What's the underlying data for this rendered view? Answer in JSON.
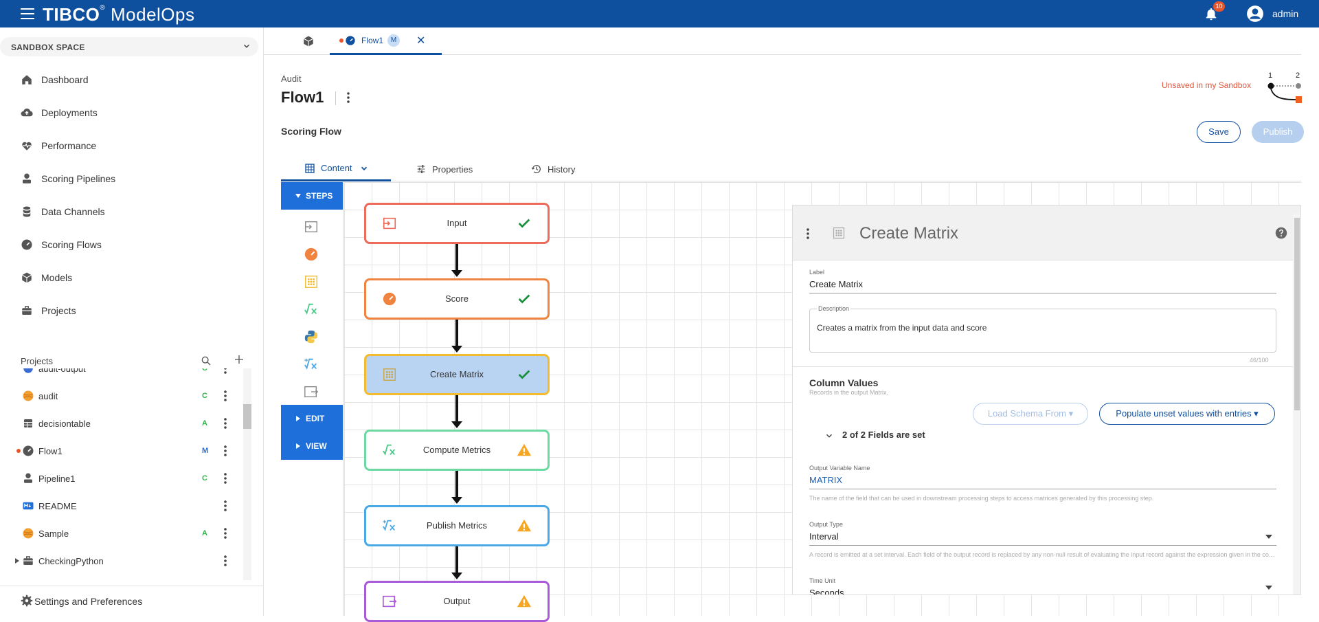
{
  "app": {
    "brand_bold": "TIBCO",
    "brand_rest": " ModelOps",
    "brand_reg": "®",
    "notifications": "10",
    "user": "admin"
  },
  "sidebar": {
    "space": "SANDBOX SPACE",
    "nav": [
      "Dashboard",
      "Deployments",
      "Performance",
      "Scoring Pipelines",
      "Data Channels",
      "Scoring Flows",
      "Models",
      "Projects"
    ],
    "projects_title": "Projects",
    "projects": [
      {
        "name": "audit-output",
        "status": "C",
        "status_color": "#2fb34a"
      },
      {
        "name": "audit",
        "status": "C",
        "status_color": "#2fb34a"
      },
      {
        "name": "decisiontable",
        "status": "A",
        "status_color": "#2fb34a"
      },
      {
        "name": "Flow1",
        "status": "M",
        "status_color": "#1e6fd9"
      },
      {
        "name": "Pipeline1",
        "status": "C",
        "status_color": "#2fb34a"
      },
      {
        "name": "README",
        "status": "",
        "status_color": "#2fb34a"
      },
      {
        "name": "Sample",
        "status": "A",
        "status_color": "#2fb34a"
      },
      {
        "name": "CheckingPython",
        "status": "",
        "status_color": "#2fb34a"
      }
    ],
    "settings": "Settings and Preferences"
  },
  "tabs": {
    "flow": "Flow1",
    "flow_badge": "M",
    "close": "✕"
  },
  "header": {
    "crumb": "Audit",
    "title": "Flow1",
    "subtitle": "Scoring Flow",
    "unsaved": "Unsaved in my Sandbox",
    "save": "Save",
    "publish": "Publish",
    "graph_left": "1",
    "graph_right": "2"
  },
  "content_tabs": [
    "Content",
    "Properties",
    "History"
  ],
  "steps_panel": {
    "steps": "STEPS",
    "edit": "EDIT",
    "view": "VIEW"
  },
  "flow": {
    "nodes": [
      {
        "label": "Input",
        "status": "ok",
        "color": "#ec6b5b"
      },
      {
        "label": "Score",
        "status": "ok",
        "color": "#f0833f"
      },
      {
        "label": "Create Matrix",
        "status": "ok",
        "color": "#f2bc2e"
      },
      {
        "label": "Compute Metrics",
        "status": "warn",
        "color": "#6cd9a3"
      },
      {
        "label": "Publish Metrics",
        "status": "warn",
        "color": "#49a9e6"
      },
      {
        "label": "Output",
        "status": "warn",
        "color": "#a95ad9"
      }
    ]
  },
  "panel": {
    "title": "Create Matrix",
    "label_label": "Label",
    "label_value": "Create Matrix",
    "desc_label": "Description",
    "desc_value": "Creates a matrix from the input data and score",
    "desc_counter": "46/100",
    "column_values": "Column Values",
    "column_values_sub": "Records in the output Matrix.",
    "load_schema": "Load Schema From ▾",
    "populate": "Populate unset values with entries ▾",
    "fields_set": "2 of 2 Fields are set",
    "out_var_label": "Output Variable Name",
    "out_var_value": "MATRIX",
    "out_var_help": "The name of the field that can be used in downstream processing steps to access matrices generated by this processing step.",
    "out_type_label": "Output Type",
    "out_type_value": "Interval",
    "out_type_help": "A record is emitted at a set interval. Each field of the output record is replaced by any non-null result of evaluating the input record against the expression given in the configuration.",
    "time_unit_label": "Time Unit",
    "time_unit_value": "Seconds"
  }
}
